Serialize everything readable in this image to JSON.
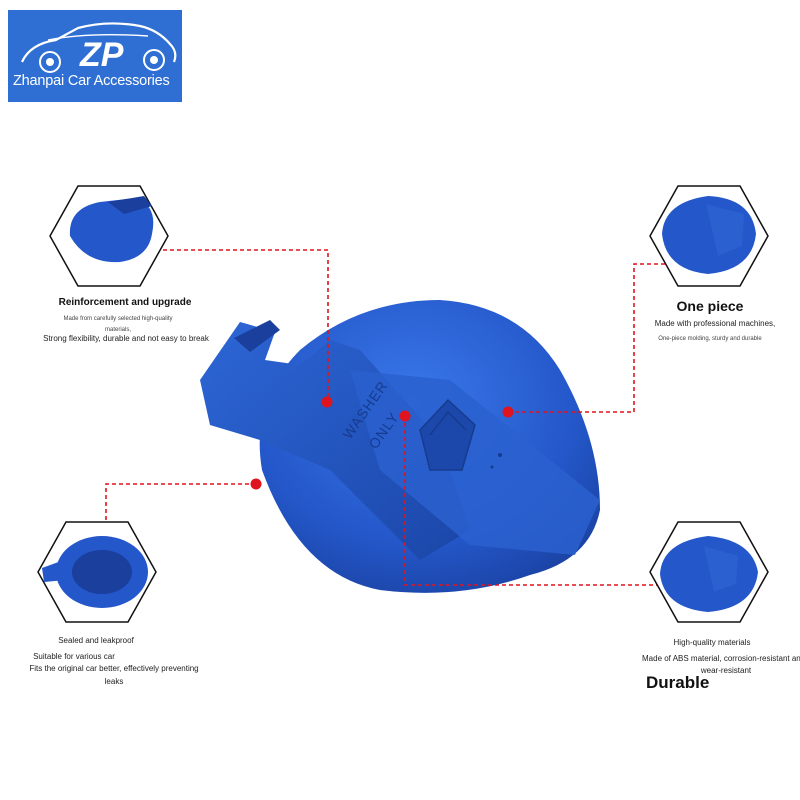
{
  "brand": {
    "logo_letters": "ZP",
    "name": "Zhanpai Car Accessories",
    "color": "#2f6fd3"
  },
  "product": {
    "cap_text_line1": "WASHER",
    "cap_text_line2": "ONLY",
    "cap_color": "#2457c9",
    "accent_color": "#e0141e"
  },
  "features": {
    "reinforcement": {
      "title": "Reinforcement and upgrade",
      "line1": "Made from carefully selected high-quality",
      "line2": "materials,",
      "line3": "Strong flexibility, durable and not easy to break"
    },
    "one_piece": {
      "title": "One piece",
      "line1": "Made with professional machines,",
      "line2": "One-piece molding, sturdy and durable"
    },
    "sealed": {
      "title": "Sealed and leakproof",
      "line1": "Suitable for various car",
      "line2": "Fits the original car better, effectively preventing",
      "line3": "leaks"
    },
    "durable": {
      "title": "High-quality materials",
      "line1": "Made of ABS material, corrosion-resistant and",
      "line2": "wear-resistant",
      "tag": "Durable"
    }
  }
}
